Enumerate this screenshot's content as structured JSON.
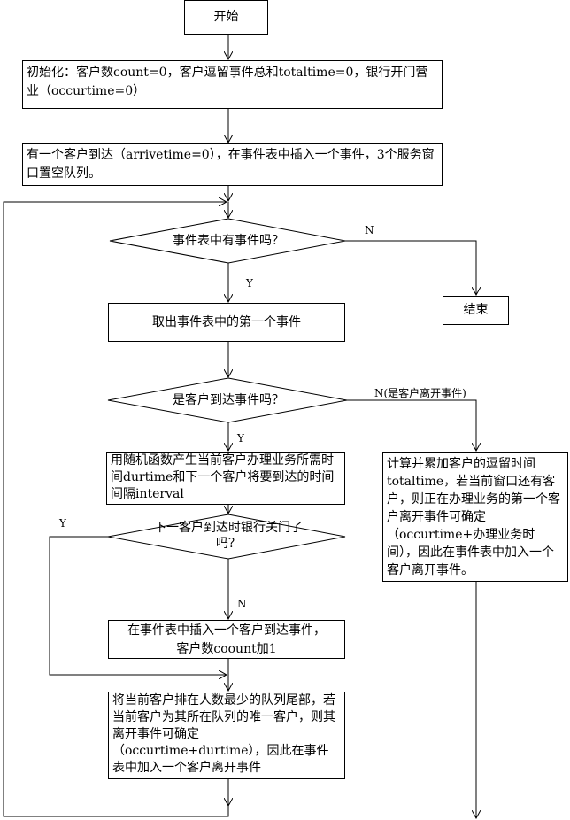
{
  "nodes": {
    "start": "开始",
    "init": "初始化：客户数count=0，客户逗留事件总和totaltime=0，银行开门营业（occurtime=0）",
    "first_arrival": "有一个客户到达（arrivetime=0），在事件表中插入一个事件，3个服务窗口置空队列。",
    "has_event": "事件表中有事件吗？",
    "end": "结束",
    "take_first": "取出事件表中的第一个事件",
    "is_arrival": "是客户到达事件吗？",
    "random_gen": "用随机函数产生当前客户办理业务所需时间durtime和下一个客户将要到达的时间间隔interval",
    "bank_closed_q1": "下一客户到达时银行关门了",
    "bank_closed_q2": "吗？",
    "insert_arrival_1": "在事件表中插入一个客户到达事件，",
    "insert_arrival_2": "客户数coount加1",
    "queue_customer": "将当前客户排在人数最少的队列尾部，若当前客户为其所在队列的唯一客户，则其离开事件可确定（occurtime+durtime），因此在事件表中加入一个客户离开事件",
    "departure": "计算并累加客户的逗留时间totaltime，若当前窗口还有客户，则正在办理业务的第一个客户离开事件可确定（occurtime+办理业务时间），因此在事件表中加入一个客户离开事件。"
  },
  "edge_labels": {
    "has_event_no": "N",
    "has_event_yes": "Y",
    "is_arrival_no": "N(是客户离开事件)",
    "is_arrival_yes": "Y",
    "bank_closed_yes": "Y",
    "bank_closed_no": "N"
  }
}
